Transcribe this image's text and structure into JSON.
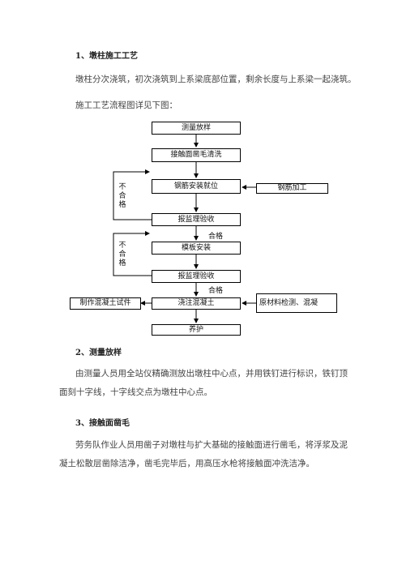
{
  "section1": {
    "heading": "1、墩柱施工工艺",
    "para1": "墩柱分次浇筑，初次浇筑到上系梁底部位置，剩余长度与上系梁一起浇筑。",
    "para2": "施工工艺流程图详见下图："
  },
  "flowchart": {
    "step1": "测量放样",
    "step2": "接触面凿毛清洗",
    "step3": "钢筋安装就位",
    "step4": "报监理验收",
    "step5": "模板安装",
    "step6": "报监理验收",
    "step7": "浇注混凝土",
    "step8": "养护",
    "side_rebar": "钢筋加工",
    "side_material": "原材料检测、混凝",
    "side_specimen": "制作混凝土试件",
    "pass1": "合格",
    "pass2": "合格",
    "fail1": "不合格",
    "fail2": "不合格"
  },
  "section2": {
    "heading": "2、测量放样",
    "line1": "由测量人员用全站仪精确测放出墩柱中心点，并用铁钉进行标识，铁钉顶",
    "line2": "面刻十字线，十字线交点为墩柱中心点。"
  },
  "section3": {
    "heading": "3、接触面凿毛",
    "line1": "劳务队作业人员用凿子对墩柱与扩大基础的接触面进行凿毛，将浮浆及泥",
    "line2": "凝土松散层凿除洁净，凿毛完毕后，用高压水枪将接触面冲洗洁净。"
  }
}
